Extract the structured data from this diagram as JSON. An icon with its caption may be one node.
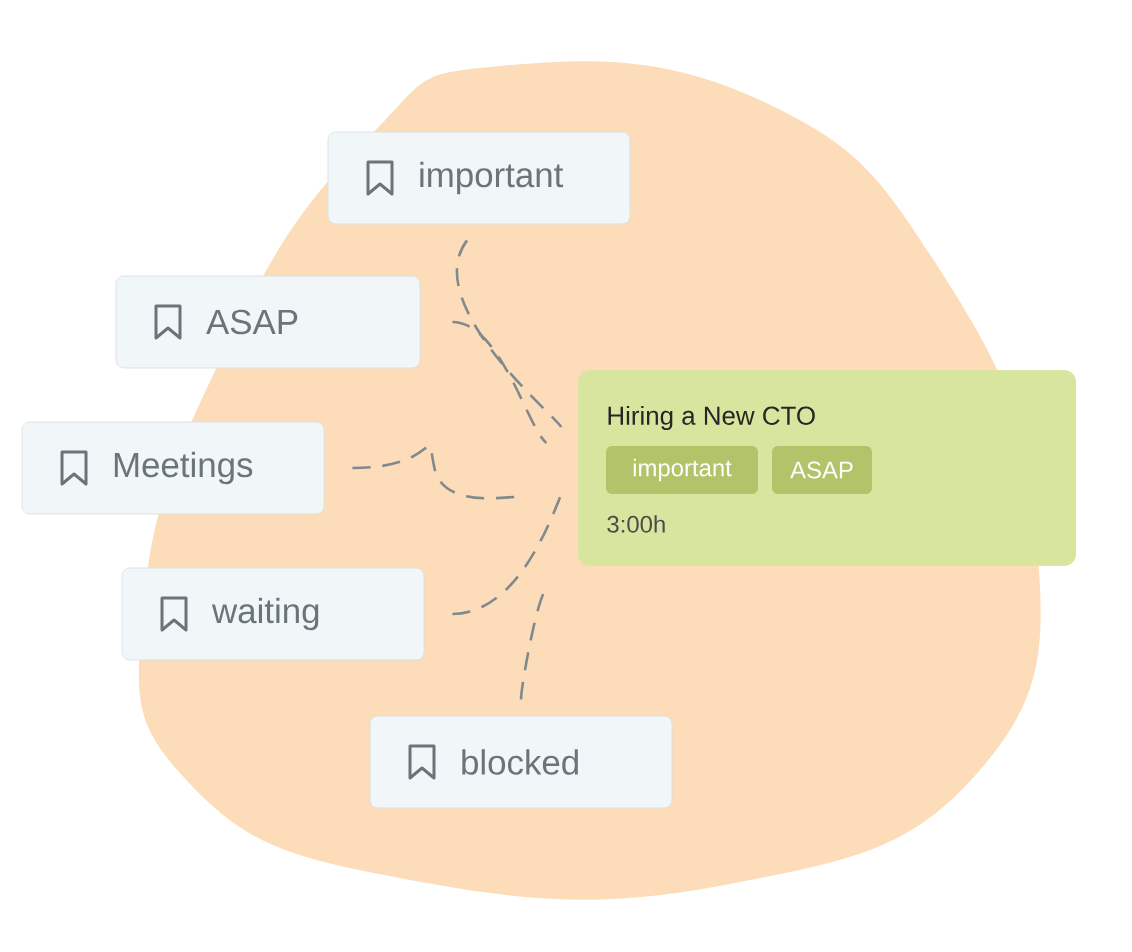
{
  "diagram": {
    "nodes": [
      {
        "text": [
          "important"
        ]
      },
      {
        "text": [
          "ASAP"
        ]
      },
      {
        "text": [
          "Meetings"
        ]
      },
      {
        "text": [
          "waiting"
        ]
      },
      {
        "text": [
          "blocked"
        ]
      },
      {
        "text": [
          "Hiring a New CTO",
          "3:00h"
        ]
      },
      {
        "text": [
          "important"
        ],
        "in": 5
      },
      {
        "text": [
          "ASAP"
        ],
        "in": 5
      }
    ],
    "edges": [
      {
        "from": 0,
        "to": 5,
        "arrow": "none",
        "style": "dashed"
      },
      {
        "from": 1,
        "to": 5,
        "arrow": "none",
        "style": "dashed"
      },
      {
        "from": 2,
        "to": 5,
        "arrow": "none",
        "style": "dashed"
      },
      {
        "from": 3,
        "to": 5,
        "arrow": "none",
        "style": "dashed"
      },
      {
        "from": 4,
        "to": 5,
        "arrow": "none",
        "style": "dashed"
      }
    ]
  }
}
